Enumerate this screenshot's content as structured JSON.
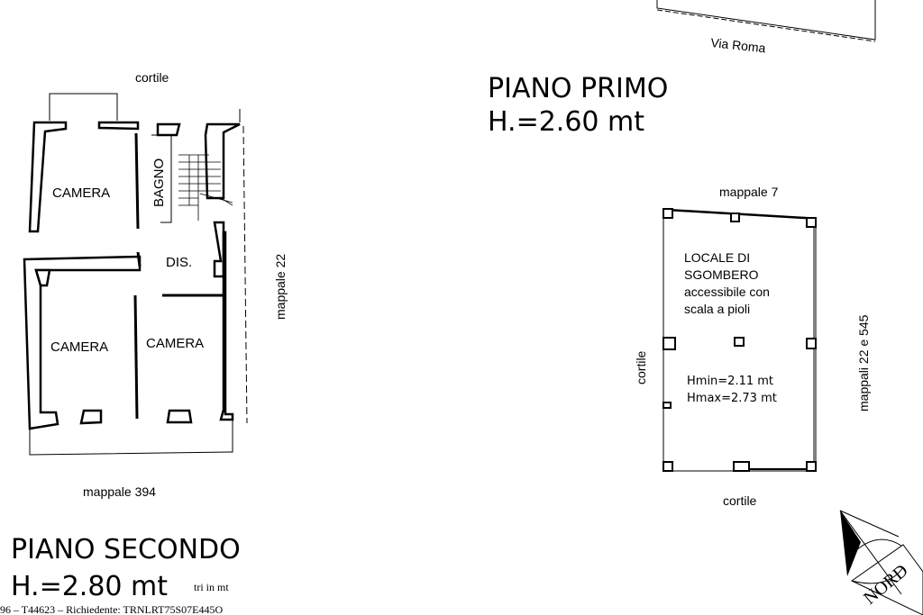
{
  "street": "Via Roma",
  "piano_primo": {
    "title": "PIANO PRIMO",
    "height": "H.=2.60 mt",
    "north_label": "mappale 7",
    "west_label": "cortile",
    "south_label": "cortile",
    "east_label": "mappali 22 e 545",
    "room_line1": "LOCALE DI",
    "room_line2": "SGOMBERO",
    "room_line3": "accessibile con",
    "room_line4": "scala a pioli",
    "hmin": "Hmin=2.11 mt",
    "hmax": "Hmax=2.73 mt"
  },
  "piano_secondo": {
    "title": "PIANO SECONDO",
    "height": "H.=2.80 mt",
    "north_label": "cortile",
    "south_label": "mappale 394",
    "east_label": "mappale 22",
    "rooms": [
      "CAMERA",
      "BAGNO",
      "DIS.",
      "CAMERA",
      "CAMERA"
    ]
  },
  "compass_label": "NORD",
  "footer": {
    "note": "tri in mt",
    "reference": "96 – T44623 – Richiedente: TRNLRT75S07E445O"
  }
}
